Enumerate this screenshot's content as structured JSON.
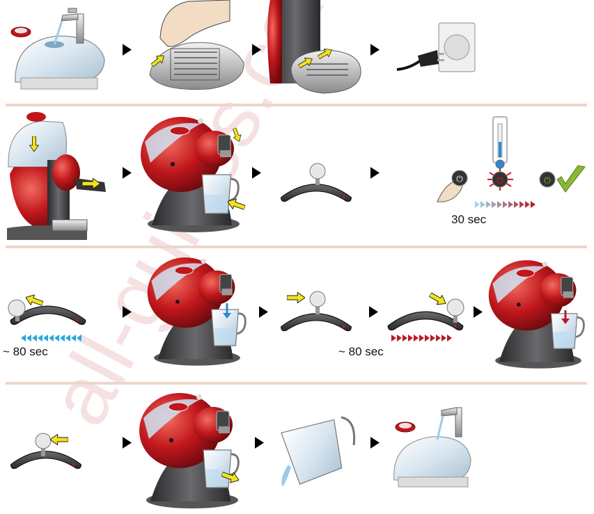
{
  "labels": {
    "timer_30": "30 sec",
    "timer_80_a": "~ 80 sec",
    "timer_80_b": "~ 80 sec"
  },
  "watermark": "all-guides.com",
  "colors": {
    "machine_red": "#c0171c",
    "machine_dark": "#3a3a3c",
    "divider": "#ecd6cc",
    "arrow_yellow": "#f4e21a",
    "check_green": "#8ab832",
    "blue_triangles": "#2aa7dd",
    "red_triangles": "#b51b2a"
  },
  "icons": [
    "water-tap-icon",
    "capsule-icon",
    "drip-grid-icon",
    "power-plug-icon",
    "thermometer-icon",
    "power-button-icon",
    "check-icon",
    "step-arrow-icon",
    "lever-icon",
    "jug-icon"
  ]
}
